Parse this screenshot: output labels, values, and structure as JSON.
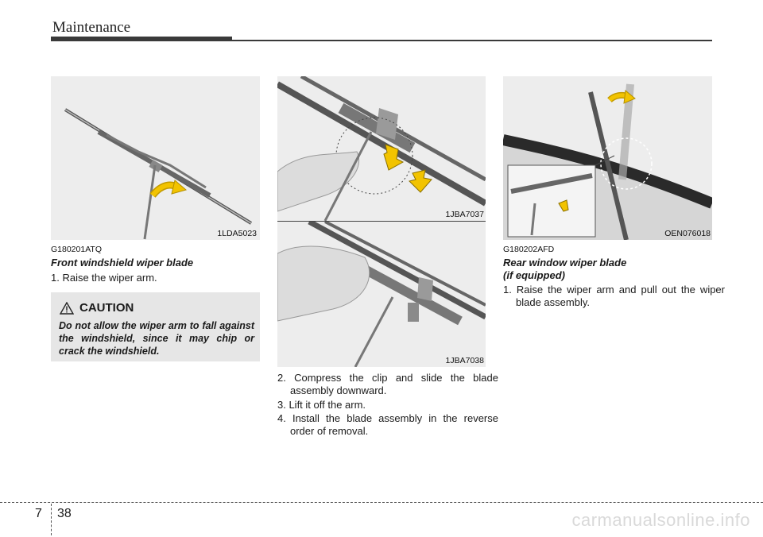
{
  "header": {
    "title": "Maintenance"
  },
  "figures": {
    "front": {
      "code": "1LDA5023"
    },
    "clip_top": {
      "code": "1JBA7037"
    },
    "clip_bottom": {
      "code": "1JBA7038"
    },
    "rear": {
      "code": "OEN076018"
    }
  },
  "front_section": {
    "ref_code": "G180201ATQ",
    "title": "Front windshield wiper blade",
    "steps": [
      "1. Raise the wiper arm."
    ]
  },
  "caution": {
    "title": "CAUTION",
    "text": "Do not allow the wiper arm to fall against the windshield, since it may chip or crack the windshield."
  },
  "middle_steps": [
    "2. Compress the clip and slide the blade assembly downward.",
    "3. Lift it off the arm.",
    "4. Install the blade assembly in the reverse order of removal."
  ],
  "rear_section": {
    "ref_code": "G180202AFD",
    "title_line1": "Rear window wiper blade",
    "title_line2": "(if equipped)",
    "steps": [
      "1. Raise the wiper arm and pull out the wiper blade assembly."
    ]
  },
  "footer": {
    "chapter": "7",
    "page": "38"
  },
  "watermark": "carmanualsonline.info",
  "colors": {
    "arrow": "#f2c300",
    "figure_bg": "#ededed",
    "caution_bg": "#e6e6e6",
    "rule": "#3a3a3a"
  }
}
